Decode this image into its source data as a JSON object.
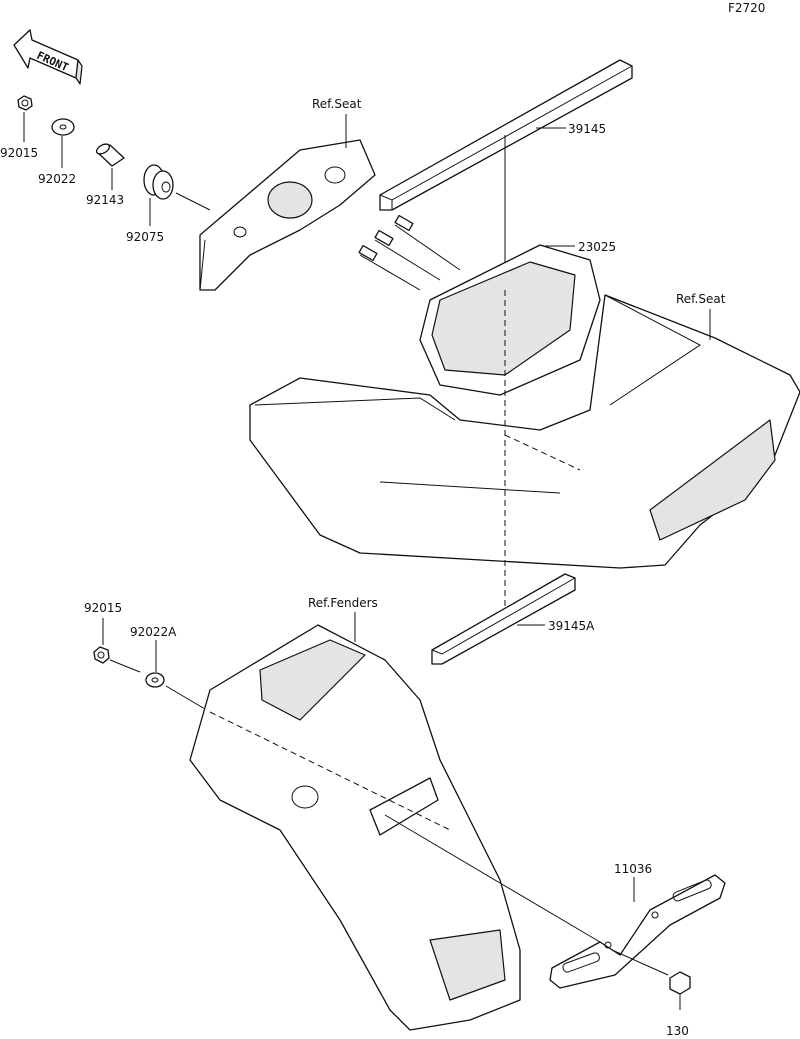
{
  "figure_code": "F2720",
  "front_arrow": {
    "label": "FRONT",
    "icon": "front-direction-arrow"
  },
  "references": {
    "seat_upper": "Ref.Seat",
    "seat_right": "Ref.Seat",
    "fenders": "Ref.Fenders"
  },
  "parts": {
    "nut_top": "92015",
    "washer_top": "92022",
    "collar": "92143",
    "grommet": "92075",
    "pad_upper": "39145",
    "tail_lamp": "23025",
    "pad_lower": "39145A",
    "nut_lower": "92015",
    "washer_lower": "92022A",
    "bracket": "11036",
    "bolt": "130"
  },
  "colors": {
    "line": "#111111",
    "shading": "#e4e4e4",
    "background": "#ffffff"
  }
}
